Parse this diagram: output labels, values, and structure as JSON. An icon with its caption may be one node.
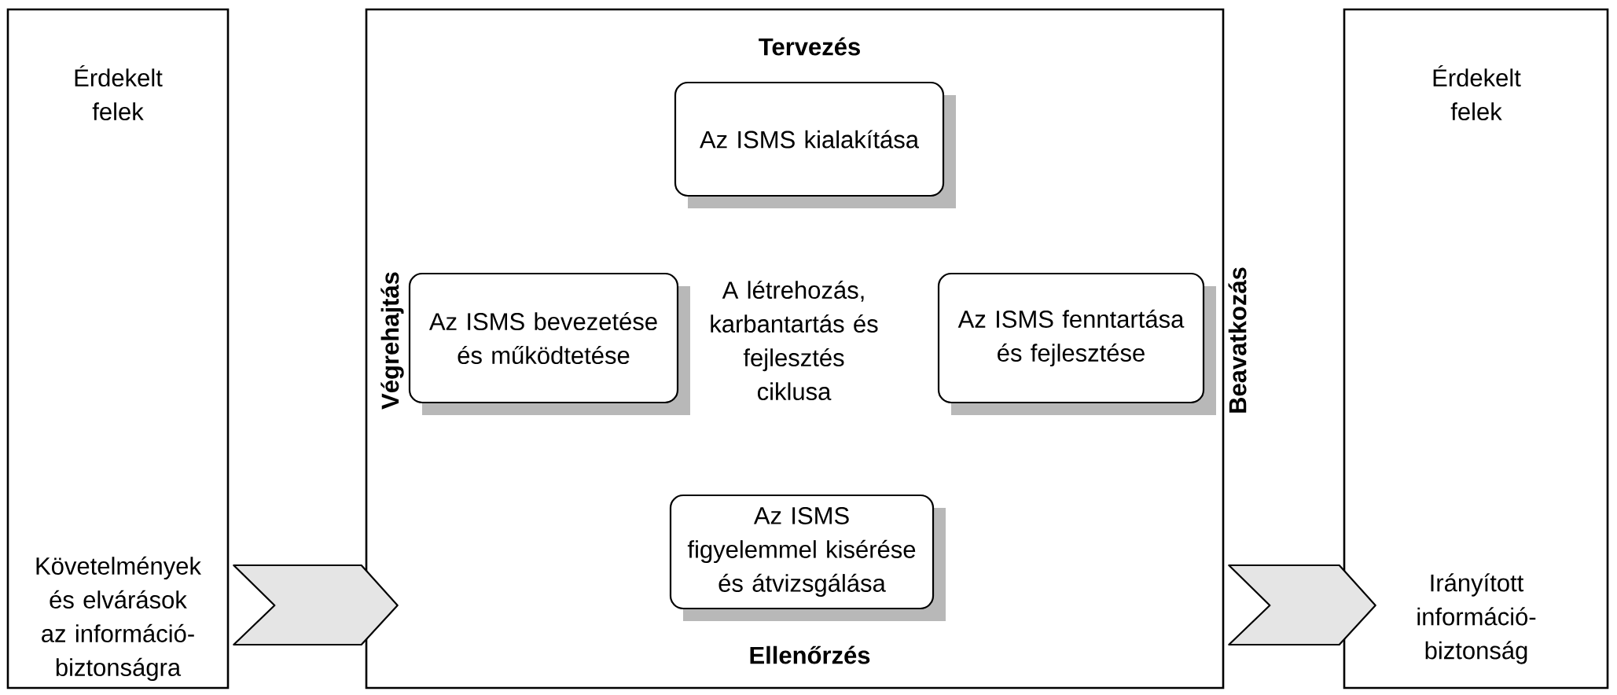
{
  "diagram": {
    "nodes": [
      {
        "text": [
          "Érdekelt felek",
          "Követelmények és elvárások az információ-biztonságra"
        ]
      },
      {
        "text": [],
        "shape": "box"
      },
      {
        "text": [
          "Az ISMS kialakítása"
        ],
        "in": 1
      },
      {
        "text": [
          "Az ISMS bevezetése és működtetése"
        ],
        "in": 1
      },
      {
        "text": [
          "Az ISMS fenntartása és fejlesztése"
        ],
        "in": 1
      },
      {
        "text": [
          "Az ISMS figyelemmel kisérése és átvizsgálása"
        ],
        "in": 1
      },
      {
        "text": [
          "Érdekelt felek",
          "Irányított információ-biztonság"
        ]
      }
    ],
    "edges": [
      {
        "from": 0,
        "to": 1,
        "arrow": "to"
      },
      {
        "from": 1,
        "to": 6,
        "arrow": "to"
      }
    ],
    "labels": [
      "Tervezés",
      "Végrehajtás",
      "A létrehozás, karbantartás és fejlesztés ciklusa",
      "Beavatkozás",
      "Ellenőrzés"
    ]
  }
}
